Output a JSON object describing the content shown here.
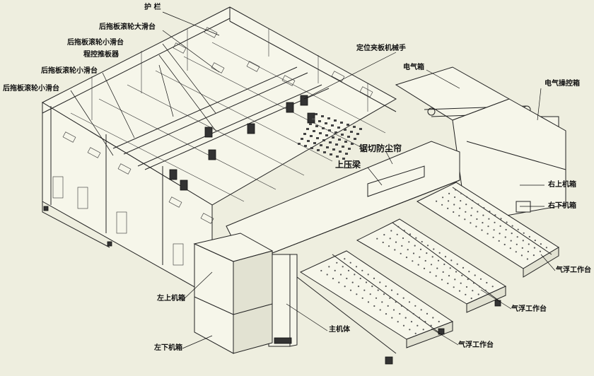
{
  "labels": {
    "guardrail": "护 栏",
    "rear_roller_large": "后拖板滚轮大滑台",
    "rear_roller_small_1": "后拖板滚轮小滑台",
    "remote_pusher": "程控推板器",
    "rear_roller_small_2": "后拖板滚轮小滑台",
    "rear_roller_small_3": "后拖板滚轮小滑台",
    "positioning_clamp": "定位夹板机械手",
    "electric_box": "电气箱",
    "electric_control_box": "电气操控箱",
    "dust_curtain": "锯切防尘帘",
    "upper_press_beam": "上压梁",
    "right_upper_cabinet": "右上机箱",
    "right_lower_cabinet": "右下机箱",
    "air_table_1": "气浮工作台",
    "left_upper_cabinet": "左上机箱",
    "air_table_2": "气浮工作台",
    "left_lower_cabinet": "左下机箱",
    "main_body": "主机体",
    "air_table_3": "气浮工作台"
  },
  "colors": {
    "background": "#eeeedf",
    "line": "#222222"
  }
}
